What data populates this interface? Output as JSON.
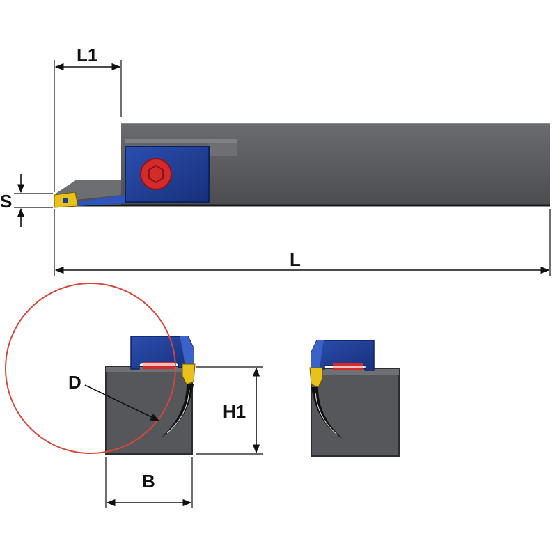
{
  "dimensions": {
    "L1": "L1",
    "S": "S",
    "L": "L",
    "D": "D",
    "H1": "H1",
    "B": "B"
  },
  "colors": {
    "shank": "#55575a",
    "shank_dark": "#3d3f42",
    "shank_light": "#7a7c80",
    "clamp": "#1f3f95",
    "clamp_dark": "#14286a",
    "clamp_light": "#3a5fc0",
    "screw": "#d42a2a",
    "insert": "#e8c21a",
    "circle": "#d9473a",
    "line": "#111111"
  }
}
